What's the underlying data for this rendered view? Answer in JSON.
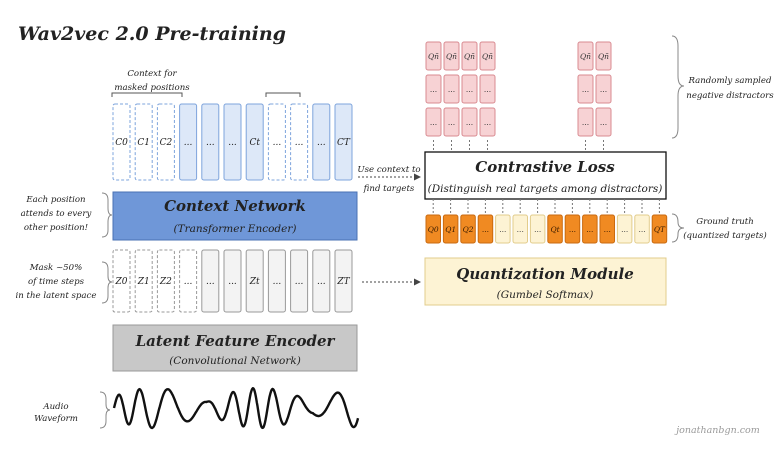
{
  "title": "Wav2vec 2.0 Pre-training",
  "annotations": {
    "context_masked": [
      "Context for",
      "masked positions"
    ],
    "each_position": [
      "Each position",
      "attends to every",
      "other position!"
    ],
    "mask": [
      "Mask ~50%",
      "of time steps",
      "in the latent space"
    ],
    "audio": [
      "Audio",
      "Waveform"
    ],
    "use_context": [
      "Use context to",
      "find targets"
    ],
    "negatives": [
      "Randomly sampled",
      "negative distractors"
    ],
    "ground_truth": [
      "Ground truth",
      "(quantized targets)"
    ],
    "watermark": "jonathanbgn.com"
  },
  "boxes": {
    "context_network": {
      "title": "Context Network",
      "subtitle": "(Transformer Encoder)"
    },
    "latent_encoder": {
      "title": "Latent Feature Encoder",
      "subtitle": "(Convolutional Network)"
    },
    "contrastive_loss": {
      "title": "Contrastive Loss",
      "subtitle": "(Distinguish real targets among distractors)"
    },
    "quantization": {
      "title": "Quantization Module",
      "subtitle": "(Gumbel Softmax)"
    }
  },
  "context_cells": [
    "C0",
    "C1",
    "C2",
    "...",
    "...",
    "...",
    "Ct",
    "...",
    "...",
    "...",
    "CT"
  ],
  "latent_cells": [
    "Z0",
    "Z1",
    "Z2",
    "...",
    "...",
    "...",
    "Zt",
    "...",
    "...",
    "...",
    "ZT"
  ],
  "quant_cells": [
    "Q0",
    "Q1",
    "Q2",
    "...",
    "...",
    "...",
    "...",
    "Qt",
    "...",
    "...",
    "...",
    "...",
    "...",
    "QT"
  ],
  "negative_cells": [
    "Qñ",
    "...",
    "..."
  ],
  "colors": {
    "context_blue": "#6f97d8",
    "context_cell": "#dde8f8",
    "latent_gray": "#c8c8c8",
    "quant_orange": "#f08a22",
    "quant_yellow": "#fdf3d4",
    "negative_pink": "#f7d2d4"
  }
}
